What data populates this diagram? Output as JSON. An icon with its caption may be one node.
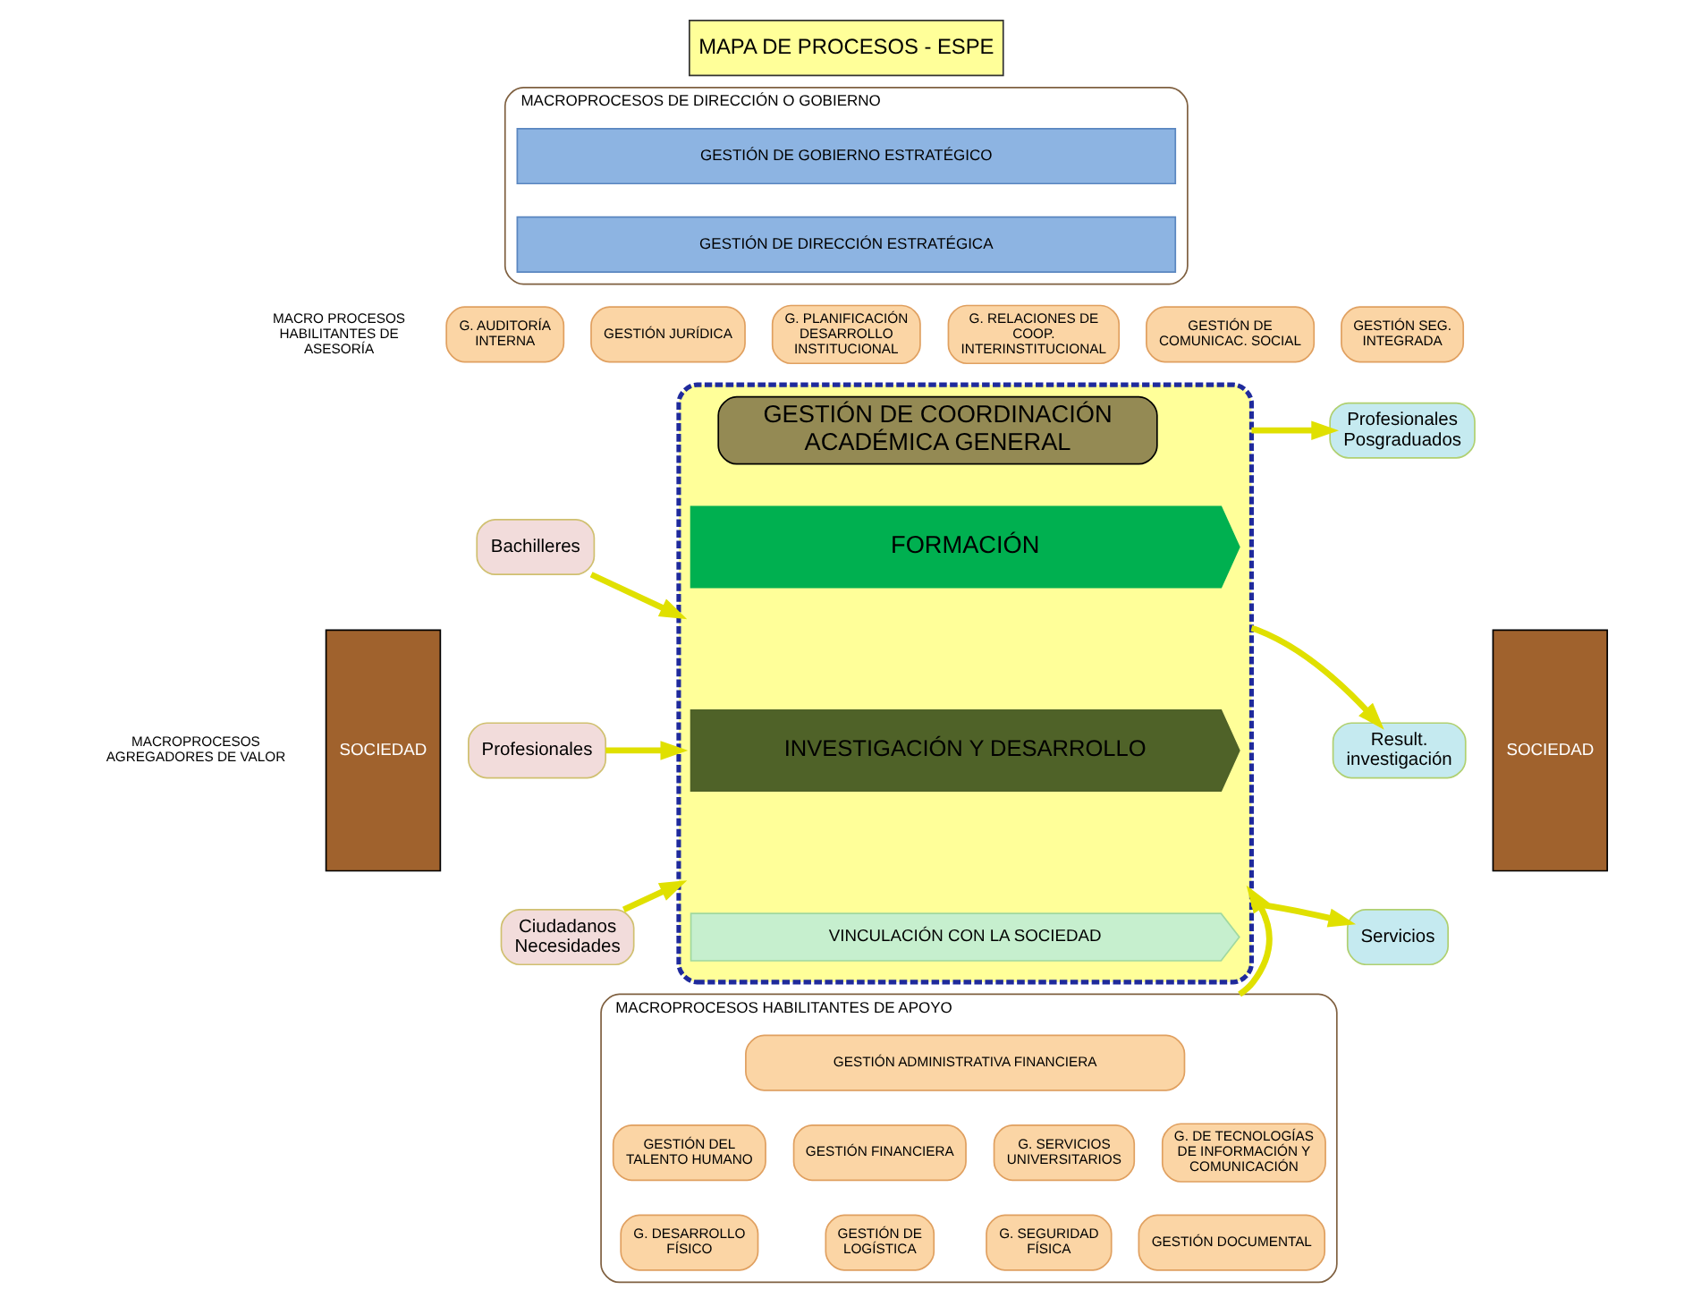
{
  "diagram": {
    "nodes": [
      {
        "text": [
          "MAPA DE PROCESOS - ESPE"
        ]
      },
      {
        "text": [
          "MACROPROCESOS DE DIRECCIÓN O GOBIERNO"
        ]
      },
      {
        "text": [
          "GESTIÓN DE GOBIERNO ESTRATÉGICO"
        ],
        "in": 1
      },
      {
        "text": [
          "GESTIÓN DE DIRECCIÓN ESTRATÉGICA"
        ],
        "in": 1
      },
      {
        "text": [
          "G. AUDITORÍA INTERNA"
        ]
      },
      {
        "text": [
          "GESTIÓN JURÍDICA"
        ]
      },
      {
        "text": [
          "G. PLANIFICACIÓN DESARROLLO INSTITUCIONAL"
        ]
      },
      {
        "text": [
          "G. RELACIONES DE COOP. INTERINSTITUCIONAL"
        ]
      },
      {
        "text": [
          "GESTIÓN DE COMUNICAC. SOCIAL"
        ]
      },
      {
        "text": [
          "GESTIÓN SEG. INTEGRADA"
        ]
      },
      {
        "text": [
          "SOCIEDAD"
        ]
      },
      {
        "text": [
          "Bachilleres"
        ]
      },
      {
        "text": [
          "Profesionales"
        ]
      },
      {
        "text": [
          "Ciudadanos Necesidades"
        ]
      },
      {
        "text": [],
        "shape": "box"
      },
      {
        "text": [
          "GESTIÓN DE COORDINACIÓN ACADÉMICA GENERAL"
        ],
        "in": 14
      },
      {
        "text": [
          "FORMACIÓN"
        ],
        "in": 14
      },
      {
        "text": [
          "INVESTIGACIÓN Y DESARROLLO"
        ],
        "in": 14
      },
      {
        "text": [
          "VINCULACIÓN CON LA SOCIEDAD"
        ],
        "in": 14
      },
      {
        "text": [
          "Profesionales Posgraduados"
        ]
      },
      {
        "text": [
          "Result. investigación"
        ]
      },
      {
        "text": [
          "Servicios"
        ]
      },
      {
        "text": [
          "SOCIEDAD"
        ]
      },
      {
        "text": [
          "MACROPROCESOS HABILITANTES DE APOYO"
        ]
      },
      {
        "text": [
          "GESTIÓN ADMINISTRATIVA FINANCIERA"
        ],
        "in": 23
      },
      {
        "text": [
          "GESTIÓN DEL TALENTO HUMANO"
        ],
        "in": 23
      },
      {
        "text": [
          "GESTIÓN FINANCIERA"
        ],
        "in": 23
      },
      {
        "text": [
          "G. SERVICIOS UNIVERSITARIOS"
        ],
        "in": 23
      },
      {
        "text": [
          "G. DE TECNOLOGÍAS DE INFORMACIÓN Y COMUNICACIÓN"
        ],
        "in": 23
      },
      {
        "text": [
          "G. DESARROLLO FÍSICO"
        ],
        "in": 23
      },
      {
        "text": [
          "GESTIÓN DE LOGÍSTICA"
        ],
        "in": 23
      },
      {
        "text": [
          "G. SEGURIDAD FÍSICA"
        ],
        "in": 23
      },
      {
        "text": [
          "GESTIÓN DOCUMENTAL"
        ],
        "in": 23
      }
    ],
    "edges": [
      {
        "from": 11,
        "to": 14,
        "arrow": "to"
      },
      {
        "from": 12,
        "to": 14,
        "arrow": "to"
      },
      {
        "from": 13,
        "to": 14,
        "arrow": "to"
      },
      {
        "from": 14,
        "to": 19,
        "arrow": "to"
      },
      {
        "from": 14,
        "to": 20,
        "arrow": "to"
      },
      {
        "from": 14,
        "to": 21,
        "arrow": "to"
      },
      {
        "from": 23,
        "to": 14,
        "arrow": "to"
      }
    ],
    "labels": [
      "MACRO PROCESOS HABILITANTES DE ASESORÍA",
      "MACROPROCESOS AGREGADORES DE VALOR"
    ]
  }
}
